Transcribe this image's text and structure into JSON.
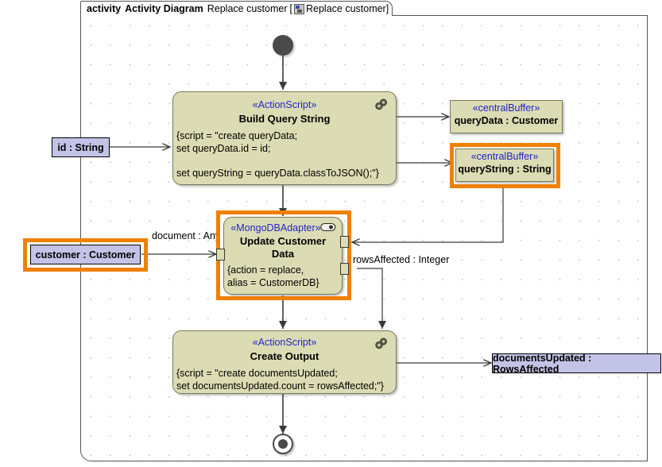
{
  "frame": {
    "keyword": "activity",
    "type_label": "Activity Diagram",
    "name": "Replace customer",
    "bracket_open": "[",
    "context_name": "Replace customer",
    "bracket_close": "]",
    "icon": "activity-diagram-icon"
  },
  "colors": {
    "action_fill": "#dcdcb4",
    "action_stroke": "#7a7a5a",
    "stereotype_text": "#2323c8",
    "parameter_fill": "#c3c3e8",
    "highlight": "#f08000",
    "canvas": "#ffffff"
  },
  "nodes": {
    "initial": {
      "name": "initial-node"
    },
    "final": {
      "name": "activity-final-node"
    },
    "build_query_string": {
      "stereotype": "«ActionScript»",
      "name": "Build Query String",
      "body": "{script = \"create queryData;\nset queryData.id = id;\n\nset queryString = queryData.classToJSON();\"}",
      "icon": "gear-icon"
    },
    "update_customer_data": {
      "stereotype": "«MongoDBAdapter»",
      "name": "Update Customer Data",
      "body": "{action = replace,\nalias = CustomerDB}",
      "icon": "pill-icon",
      "highlighted": true
    },
    "create_output": {
      "stereotype": "«ActionScript»",
      "name": "Create Output",
      "body": "{script = \"create documentsUpdated;\nset documentsUpdated.count = rowsAffected;\"}",
      "icon": "gear-icon"
    }
  },
  "central_buffers": [
    {
      "stereotype": "«centralBuffer»",
      "name": "queryData : Customer",
      "highlighted": false
    },
    {
      "stereotype": "«centralBuffer»",
      "name": "queryString : String",
      "highlighted": true
    }
  ],
  "parameters": [
    {
      "name": "id : String",
      "highlighted": false
    },
    {
      "name": "customer : Customer",
      "highlighted": true
    },
    {
      "name": "documentsUpdated : RowsAffected",
      "highlighted": false
    }
  ],
  "edge_labels": [
    {
      "text": "document : Any"
    },
    {
      "text": "rowsAffected : Integer"
    }
  ]
}
